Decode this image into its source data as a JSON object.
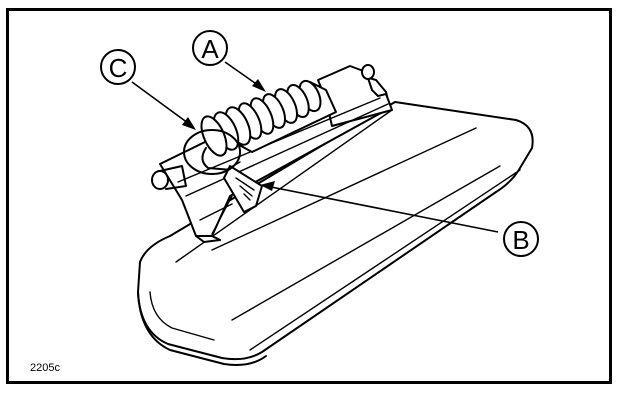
{
  "figure": {
    "code": "2205c",
    "callouts": {
      "a": "A",
      "b": "B",
      "c": "C"
    }
  }
}
